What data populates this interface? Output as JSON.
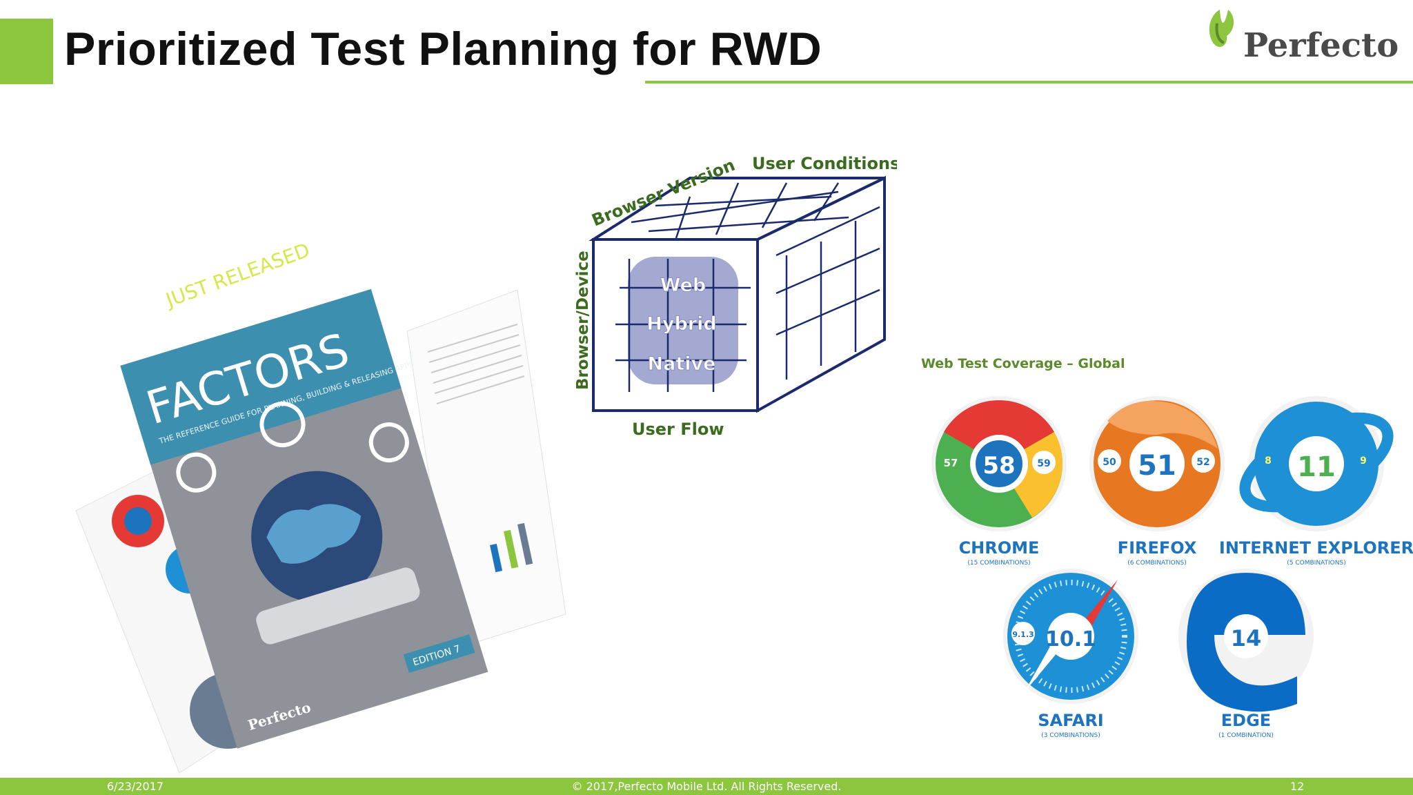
{
  "slide": {
    "title": "Prioritized Test Planning for RWD",
    "logo_text": "Perfecto"
  },
  "cube": {
    "top_label": "User Conditions",
    "diagonal_label": "Browser Version",
    "left_label": "Browser/Device",
    "bottom_label": "User Flow",
    "rows": [
      "Web",
      "Hybrid",
      "Native"
    ]
  },
  "booklet": {
    "banner": "JUST RELEASED",
    "cover_title": "FACTORS",
    "cover_subtitle": "THE REFERENCE GUIDE FOR PLANNING, BUILDING & RELEASING APPS",
    "edition": "EDITION 7",
    "cover_brand": "Perfecto"
  },
  "coverage": {
    "heading": "Web Test Coverage – Global",
    "browsers": [
      {
        "name": "CHROME",
        "combos": "(15 COMBINATIONS)",
        "current": "58",
        "prev": "57",
        "next": "59",
        "color": "#1e73be"
      },
      {
        "name": "FIREFOX",
        "combos": "(6 COMBINATIONS)",
        "current": "51",
        "prev": "50",
        "next": "52",
        "color": "#e87722"
      },
      {
        "name": "INTERNET EXPLORER",
        "combos": "(5 COMBINATIONS)",
        "current": "11",
        "prev": "8",
        "next": "9",
        "color": "#1e90d6"
      },
      {
        "name": "SAFARI",
        "combos": "(3 COMBINATIONS)",
        "current": "10.1",
        "prev": "9.1.3",
        "next": "",
        "color": "#1e90d6"
      },
      {
        "name": "EDGE",
        "combos": "(1 COMBINATION)",
        "current": "14",
        "prev": "",
        "next": "",
        "color": "#0a6cc4"
      }
    ]
  },
  "footer": {
    "date": "6/23/2017",
    "copyright": "© 2017,Perfecto Mobile Ltd.  All Rights Reserved.",
    "page": "12"
  },
  "colors": {
    "accent": "#8cc63f",
    "cube_stroke": "#1a2a6c",
    "label_green": "#3a6b1e"
  }
}
